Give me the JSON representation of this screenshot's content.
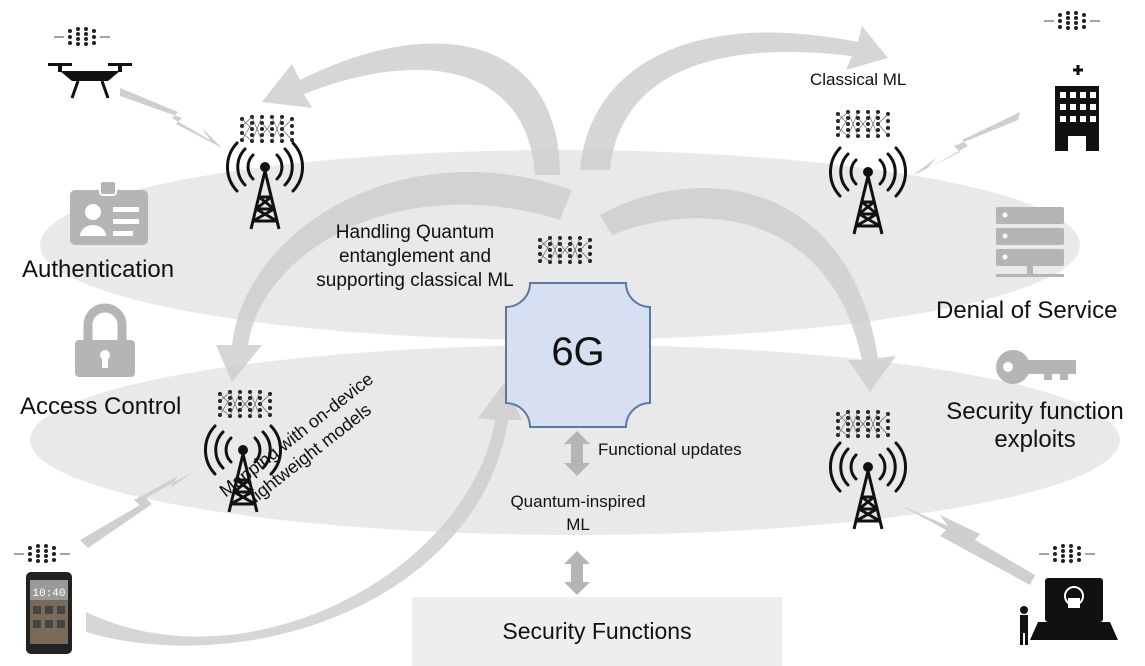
{
  "center": {
    "label": "6G"
  },
  "labels": {
    "authentication": "Authentication",
    "access_control": "Access Control",
    "denial_of_service": "Denial of Service",
    "security_function_exploits_1": "Security function",
    "security_function_exploits_2": "exploits",
    "classical_ml": "Classical ML",
    "handling_1": "Handling Quantum",
    "handling_2": "entanglement and",
    "handling_3": "supporting classical ML",
    "functional_updates": "Functional updates",
    "quantum_inspired_1": "Quantum-inspired",
    "quantum_inspired_2": "ML",
    "mapping_1": "Mapping with on-device",
    "mapping_2": "lightweight models",
    "security_functions": "Security Functions",
    "phone_time": "10:40",
    "hospital_plus": "+"
  },
  "colors": {
    "ellipse": "#e8e8e8",
    "arrow": "#cfcfcf",
    "hub_fill": "#d6e0f2",
    "hub_stroke": "#5b78a8",
    "icon_gray": "#b5b5b5",
    "dark": "#111111"
  },
  "icons": [
    "drone-icon",
    "neural-network-icon",
    "cell-tower-icon",
    "id-card-icon",
    "padlock-icon",
    "server-rack-icon",
    "key-icon",
    "hospital-building-icon",
    "smartphone-icon",
    "hacker-laptop-icon",
    "lightning-link-icon"
  ]
}
